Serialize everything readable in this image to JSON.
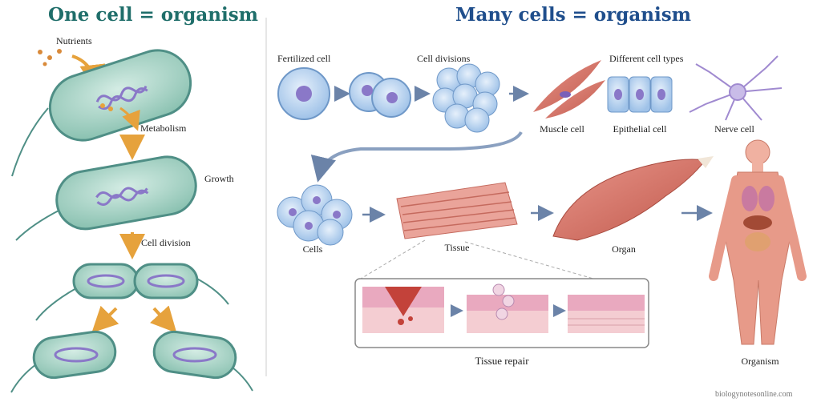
{
  "left_panel": {
    "title": "One cell = organism",
    "labels": {
      "nutrients": "Nutrients",
      "metabolism": "Metabolism",
      "growth": "Growth",
      "cell_division": "Cell division"
    }
  },
  "right_panel": {
    "title": "Many cells = organism",
    "stages": {
      "fertilized_cell": "Fertilized cell",
      "cell_divisions": "Cell divisions",
      "different_cell_types": "Different cell types",
      "muscle_cell": "Muscle cell",
      "epithelial_cell": "Epithelial cell",
      "nerve_cell": "Nerve cell",
      "cells": "Cells",
      "tissue": "Tissue",
      "organ": "Organ",
      "organism": "Organism",
      "tissue_repair": "Tissue repair"
    }
  },
  "watermark": "biologynotesonline.com",
  "colors": {
    "left_title": "#1f6e6a",
    "right_title": "#1f4e8c",
    "bacteria_fill": "#a9d6c9",
    "bacteria_stroke": "#4f8f86",
    "dna": "#8a78c8",
    "arrow_orange": "#e6a23c",
    "arrow_blue": "#6b83a8",
    "cell_blue": "#bcd6f2",
    "muscle_red": "#d9776a"
  }
}
